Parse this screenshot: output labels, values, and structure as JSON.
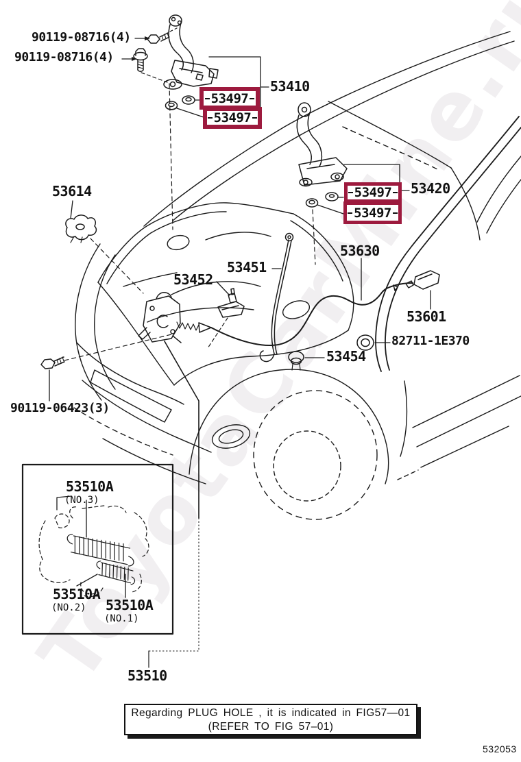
{
  "figure": {
    "code": "532053"
  },
  "watermark": {
    "text": "ToyotaCarMine.ru"
  },
  "colors": {
    "highlight_box": "#9d1a3e",
    "line": "#1a1a1a",
    "watermark": "#f1eff1"
  },
  "parts": {
    "bolt_hinge_upper": "90119-08716(4)",
    "bolt_hinge_lower": "90119-08716(4)",
    "hinge_assy_lh": "53410",
    "hinge_assy_rh": "53420",
    "hinge_pad": "53497",
    "hood_cushion": "53614",
    "support_rod": "53451",
    "rod_clamp": "53452",
    "release_cable": "53630",
    "release_lever": "53601",
    "cable_grommet": "82711-1E370",
    "plug_hole": "53454",
    "bolt_lock": "90119-06423(3)",
    "lock_assy": "53510",
    "lock_spring": "53510A",
    "spring_no1": "(NO.1)",
    "spring_no2": "(NO.2)",
    "spring_no3": "(NO.3)"
  },
  "note": {
    "line1": "Regarding PLUG HOLE , it is indicated in FIG57—01",
    "line2": "(REFER TO FIG 57–01)"
  }
}
